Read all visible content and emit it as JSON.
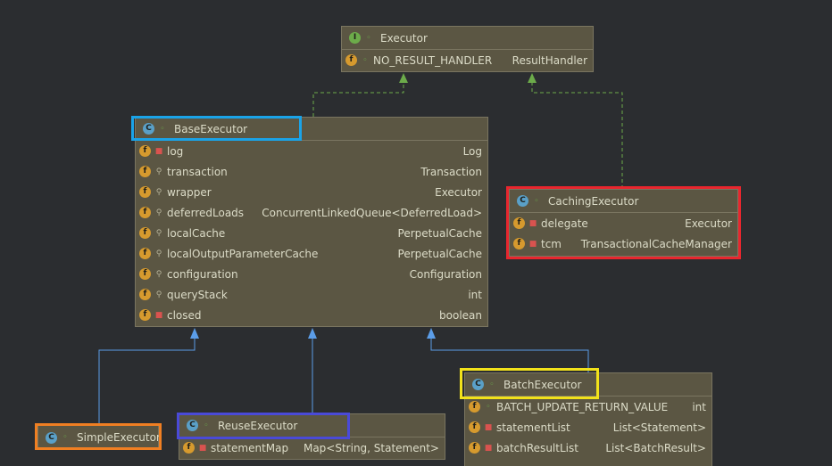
{
  "classes": {
    "executor": {
      "name": "Executor",
      "kind_icon": "I",
      "fields": [
        {
          "icon": "f",
          "name": "NO_RESULT_HANDLER",
          "type": "ResultHandler"
        }
      ]
    },
    "base": {
      "name": "BaseExecutor",
      "kind_icon": "C",
      "fields": [
        {
          "icon": "f",
          "name": "log",
          "type": "Log"
        },
        {
          "icon": "f",
          "name": "transaction",
          "type": "Transaction"
        },
        {
          "icon": "f",
          "name": "wrapper",
          "type": "Executor"
        },
        {
          "icon": "f",
          "name": "deferredLoads",
          "type": "ConcurrentLinkedQueue<DeferredLoad>"
        },
        {
          "icon": "f",
          "name": "localCache",
          "type": "PerpetualCache"
        },
        {
          "icon": "f",
          "name": "localOutputParameterCache",
          "type": "PerpetualCache"
        },
        {
          "icon": "f",
          "name": "configuration",
          "type": "Configuration"
        },
        {
          "icon": "f",
          "name": "queryStack",
          "type": "int"
        },
        {
          "icon": "f",
          "name": "closed",
          "type": "boolean"
        }
      ]
    },
    "caching": {
      "name": "CachingExecutor",
      "kind_icon": "C",
      "fields": [
        {
          "icon": "f",
          "name": "delegate",
          "type": "Executor"
        },
        {
          "icon": "f",
          "name": "tcm",
          "type": "TransactionalCacheManager"
        }
      ]
    },
    "simple": {
      "name": "SimpleExecutor",
      "kind_icon": "C"
    },
    "reuse": {
      "name": "ReuseExecutor",
      "kind_icon": "C",
      "fields": [
        {
          "icon": "f",
          "name": "statementMap",
          "type": "Map<String, Statement>"
        }
      ]
    },
    "batch": {
      "name": "BatchExecutor",
      "kind_icon": "C",
      "fields": [
        {
          "icon": "f",
          "name": "BATCH_UPDATE_RETURN_VALUE",
          "type": "int"
        },
        {
          "icon": "f",
          "name": "statementList",
          "type": "List<Statement>"
        },
        {
          "icon": "f",
          "name": "batchResultList",
          "type": "List<BatchResult>"
        }
      ]
    }
  },
  "relations": [
    {
      "from": "BaseExecutor",
      "to": "Executor",
      "kind": "implements"
    },
    {
      "from": "CachingExecutor",
      "to": "Executor",
      "kind": "implements"
    },
    {
      "from": "SimpleExecutor",
      "to": "BaseExecutor",
      "kind": "extends"
    },
    {
      "from": "ReuseExecutor",
      "to": "BaseExecutor",
      "kind": "extends"
    },
    {
      "from": "BatchExecutor",
      "to": "BaseExecutor",
      "kind": "extends"
    }
  ],
  "highlights": {
    "base": "#1aa3e8",
    "caching": "#e8262e",
    "simple": "#f07f22",
    "reuse": "#4a4ad8",
    "batch": "#f2e21a"
  },
  "colors": {
    "background": "#2b2d30",
    "node_fill": "#5b5643",
    "implements_edge": "#6cab4a",
    "extends_edge": "#5b9de8"
  }
}
